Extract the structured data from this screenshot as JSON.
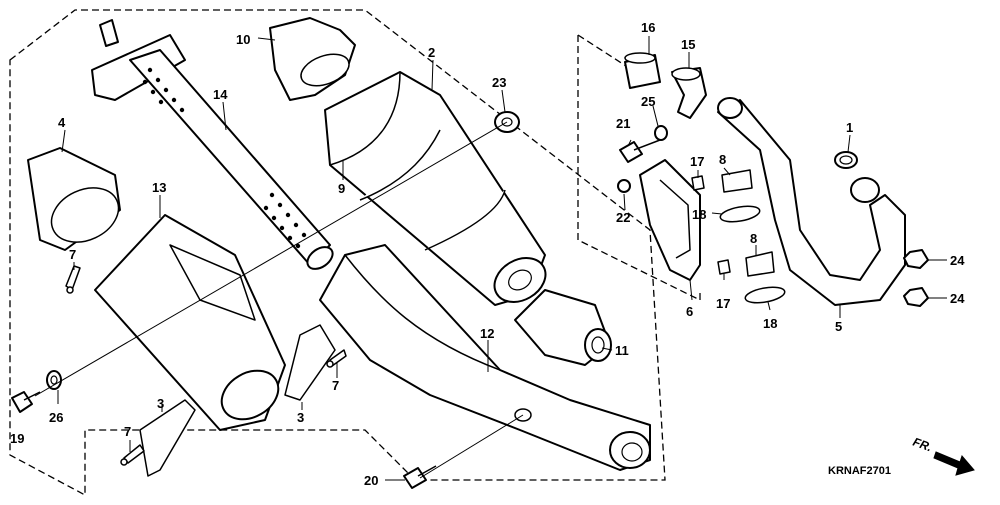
{
  "diagram": {
    "code": "KRNAF2701",
    "direction_label": "FR.",
    "callouts": {
      "c1": "1",
      "c2": "2",
      "c3a": "3",
      "c3b": "3",
      "c4": "4",
      "c5": "5",
      "c6": "6",
      "c7a": "7",
      "c7b": "7",
      "c7c": "7",
      "c8a": "8",
      "c8b": "8",
      "c9": "9",
      "c10": "10",
      "c11": "11",
      "c12": "12",
      "c13": "13",
      "c14": "14",
      "c15": "15",
      "c16": "16",
      "c17a": "17",
      "c17b": "17",
      "c18a": "18",
      "c18b": "18",
      "c19": "19",
      "c20": "20",
      "c21": "21",
      "c22": "22",
      "c23": "23",
      "c24a": "24",
      "c24b": "24",
      "c25": "25",
      "c26": "26"
    }
  }
}
